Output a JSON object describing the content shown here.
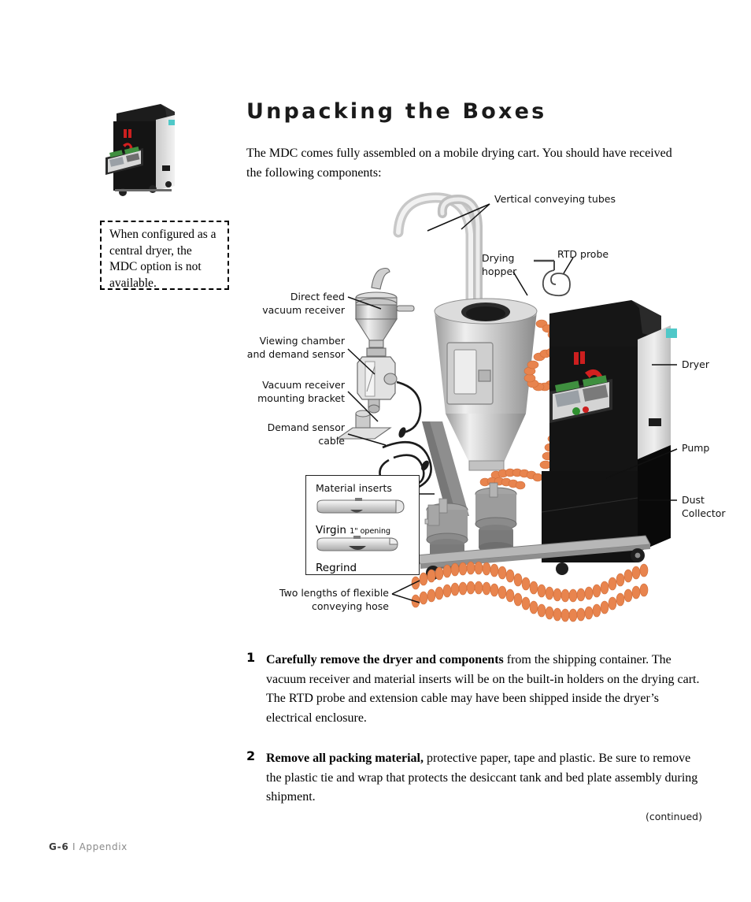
{
  "page": {
    "title": "Unpacking the Boxes",
    "intro": "The MDC comes fully assembled on a mobile drying cart. You should have received the following components:"
  },
  "callout": {
    "text": "When configured as a central dryer, the MDC option is not available."
  },
  "figure": {
    "labels": {
      "vertical_conveying_tubes": "Vertical conveying tubes",
      "drying_hopper": "Drying\nhopper",
      "rtd_probe": "RTD probe",
      "direct_feed_vacuum_receiver": "Direct feed\nvacuum receiver",
      "viewing_chamber": "Viewing chamber\nand demand sensor",
      "vacuum_receiver_bracket": "Vacuum receiver\nmounting bracket",
      "demand_sensor_cable": "Demand sensor\ncable",
      "dryer": "Dryer",
      "pump": "Pump",
      "dust_collector": "Dust\nCollector",
      "conveying_hose": "Two lengths of flexible\nconveying hose"
    },
    "material_inserts": {
      "title": "Material inserts",
      "virgin": "Virgin",
      "virgin_note": "1\" opening",
      "regrind": "Regrind"
    },
    "colors": {
      "hose": "#e8844e",
      "hose_shade": "#cf6c38",
      "metal_light": "#e9e9e9",
      "metal_mid": "#b9b9b9",
      "metal_dark": "#8d8d8d",
      "dryer_black": "#141414",
      "panel_green": "#3f8f3f",
      "accent_red": "#cc1f1f",
      "accent_teal": "#4fc8c8"
    }
  },
  "steps": [
    {
      "number": "1",
      "lead": "Carefully remove the dryer and components",
      "rest": " from the shipping container. The vacuum receiver and material inserts will be on the built-in holders on the drying cart. The RTD probe and extension cable may have been shipped inside the dryer’s electrical enclosure."
    },
    {
      "number": "2",
      "lead": "Remove all packing material,",
      "rest": " protective paper, tape and plastic. Be sure to remove the plastic tie and wrap that protects the desiccant tank and bed plate assembly during shipment."
    }
  ],
  "footer": {
    "continued": "(continued)",
    "page_number": "G-6",
    "section": "Appendix",
    "separator": "I"
  }
}
